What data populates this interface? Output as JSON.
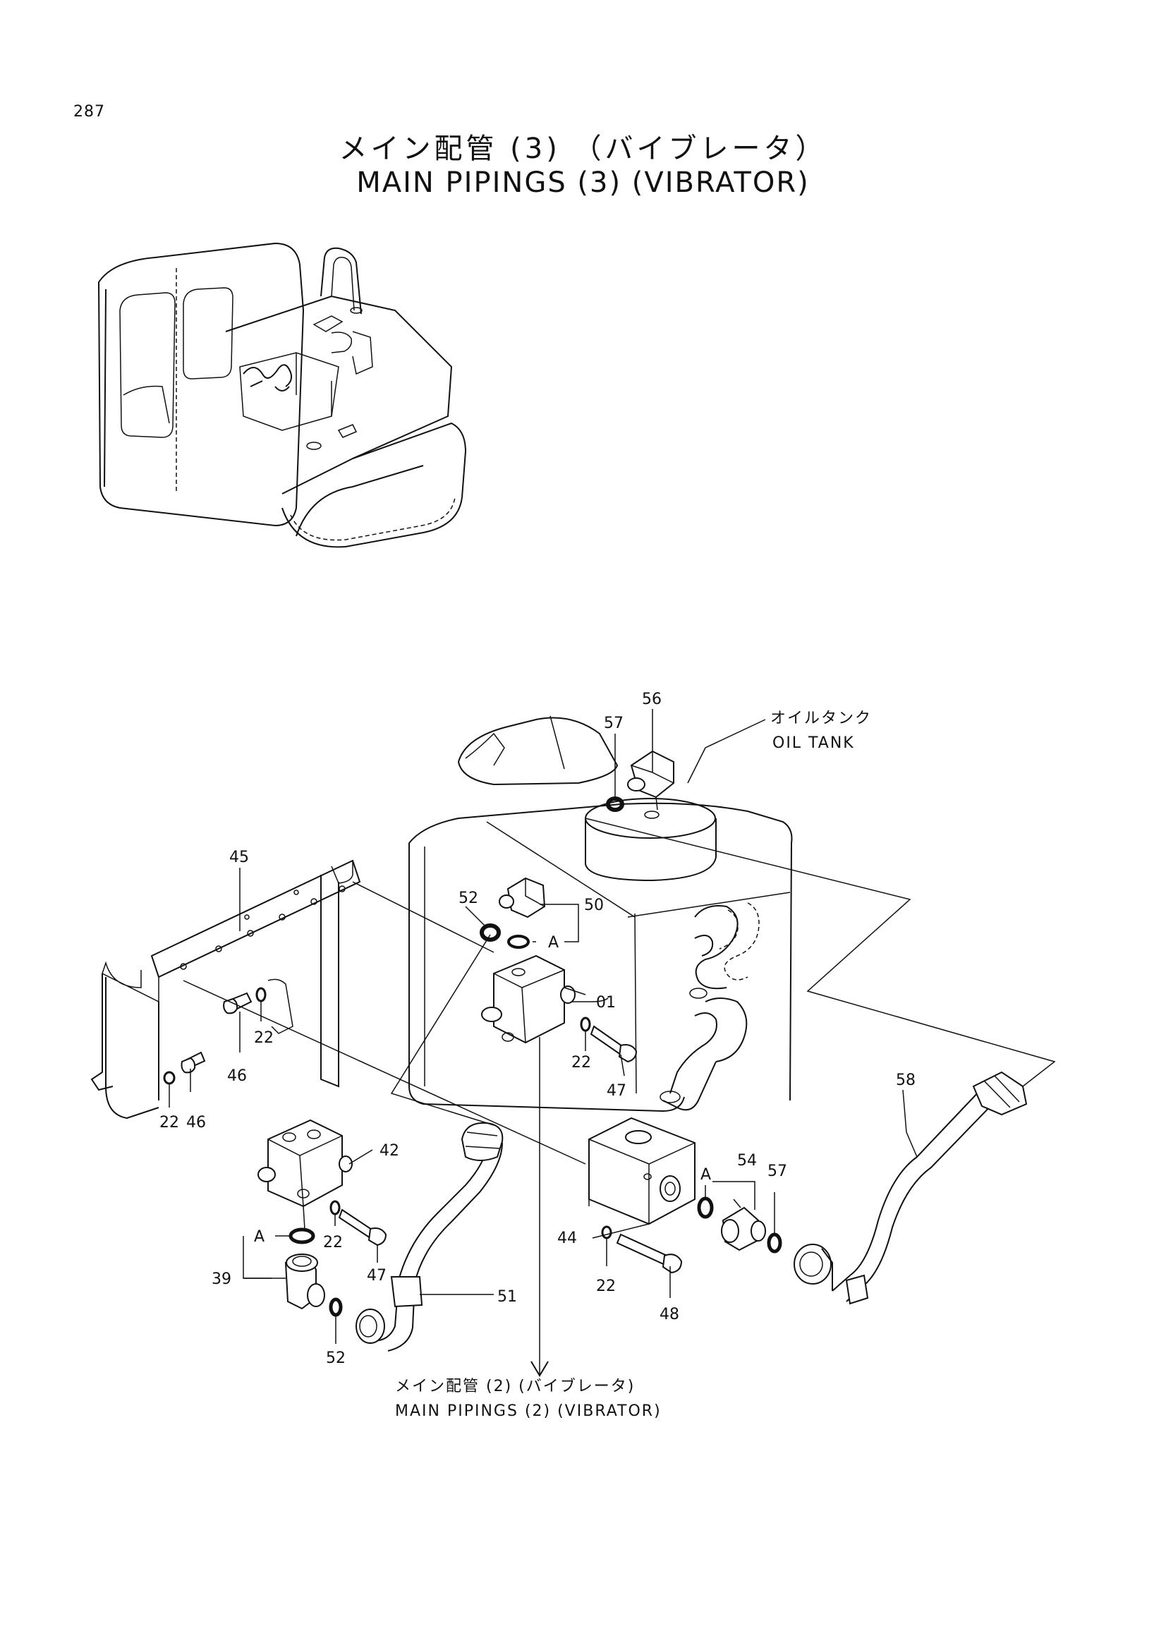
{
  "page_number": "287",
  "title": {
    "jp": "メイン配管 (3) （バイブレータ）",
    "en": "MAIN PIPINGS (3) (VIBRATOR)"
  },
  "oil_tank": {
    "jp": "オイルタンク",
    "en": "OIL TANK"
  },
  "continuation": {
    "jp": "メイン配管 (2) (バイブレータ)",
    "en": "MAIN PIPINGS (2) (VIBRATOR)"
  },
  "callouts": {
    "p56": "56",
    "p57a": "57",
    "p45": "45",
    "p52a": "52",
    "p50": "50",
    "a1": "A",
    "p01": "01",
    "p22a": "22",
    "p47a": "47",
    "p46a": "46",
    "p22b": "22",
    "p22c": "22",
    "p46b": "46",
    "p42": "42",
    "a2": "A",
    "p22d": "22",
    "p47b": "47",
    "p39": "39",
    "p52b": "52",
    "p51": "51",
    "p58": "58",
    "a3": "A",
    "p54": "54",
    "p57b": "57",
    "p44": "44",
    "p22e": "22",
    "p48": "48"
  }
}
